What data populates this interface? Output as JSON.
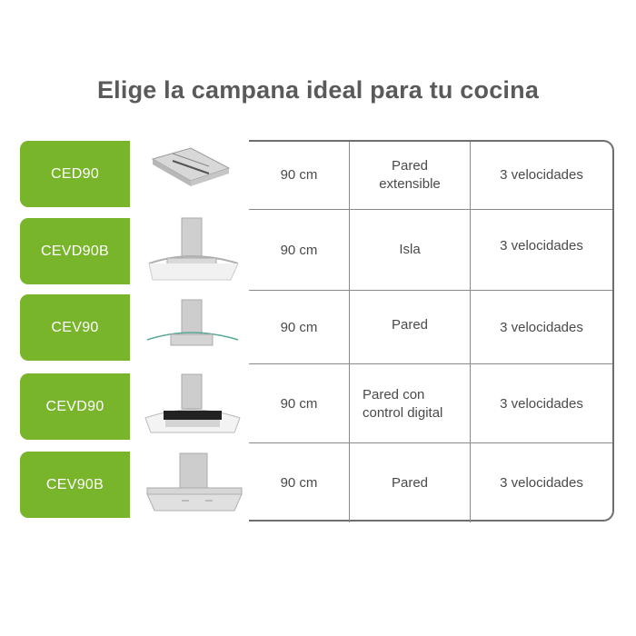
{
  "title": "Elige la campana ideal para tu cocina",
  "accent_color": "#78b52b",
  "rows": [
    {
      "model": "CED90",
      "image": "extractor-hood-telescopic-icon",
      "size": "90 cm",
      "type": "Pared extensible",
      "speeds": "3 velocidades"
    },
    {
      "model": "CEVD90B",
      "image": "extractor-hood-island-glass-icon",
      "size": "90 cm",
      "type": "Isla",
      "speeds": "3 velocidades"
    },
    {
      "model": "CEV90",
      "image": "extractor-hood-wall-glass-icon",
      "size": "90 cm",
      "type": "Pared",
      "speeds": "3 velocidades"
    },
    {
      "model": "CEVD90",
      "image": "extractor-hood-digital-glass-icon",
      "size": "90 cm",
      "type": "Pared con control digital",
      "speeds": "3 velocidades"
    },
    {
      "model": "CEV90B",
      "image": "extractor-hood-chimney-icon",
      "size": "90 cm",
      "type": "Pared",
      "speeds": "3 velocidades"
    }
  ]
}
